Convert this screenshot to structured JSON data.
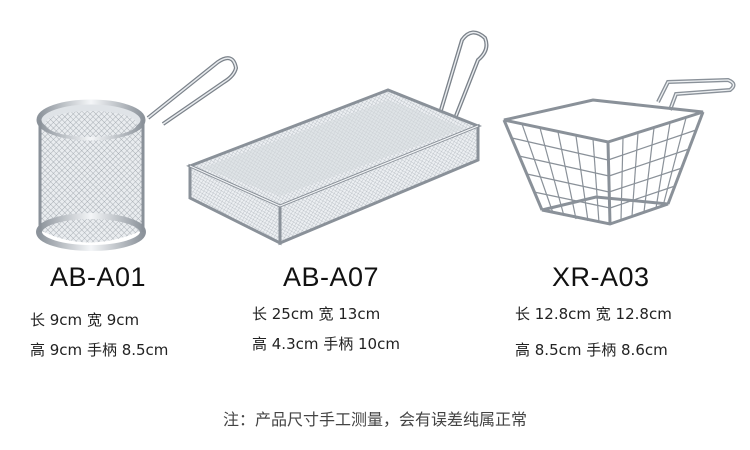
{
  "products": [
    {
      "model": "AB-A01",
      "icon": "round-fry-basket-icon",
      "spec_line1": "长 9cm 宽 9cm",
      "spec_line2": "高 9cm 手柄 8.5cm"
    },
    {
      "model": "AB-A07",
      "icon": "rectangular-fry-basket-icon",
      "spec_line1": "长 25cm 宽 13cm",
      "spec_line2": "高 4.3cm 手柄 10cm"
    },
    {
      "model": "XR-A03",
      "icon": "square-fry-basket-icon",
      "spec_line1": "长 12.8cm 宽 12.8cm",
      "spec_line2": "高 8.5cm 手柄 8.6cm"
    }
  ],
  "note": "注：产品尺寸手工测量，会有误差纯属正常"
}
